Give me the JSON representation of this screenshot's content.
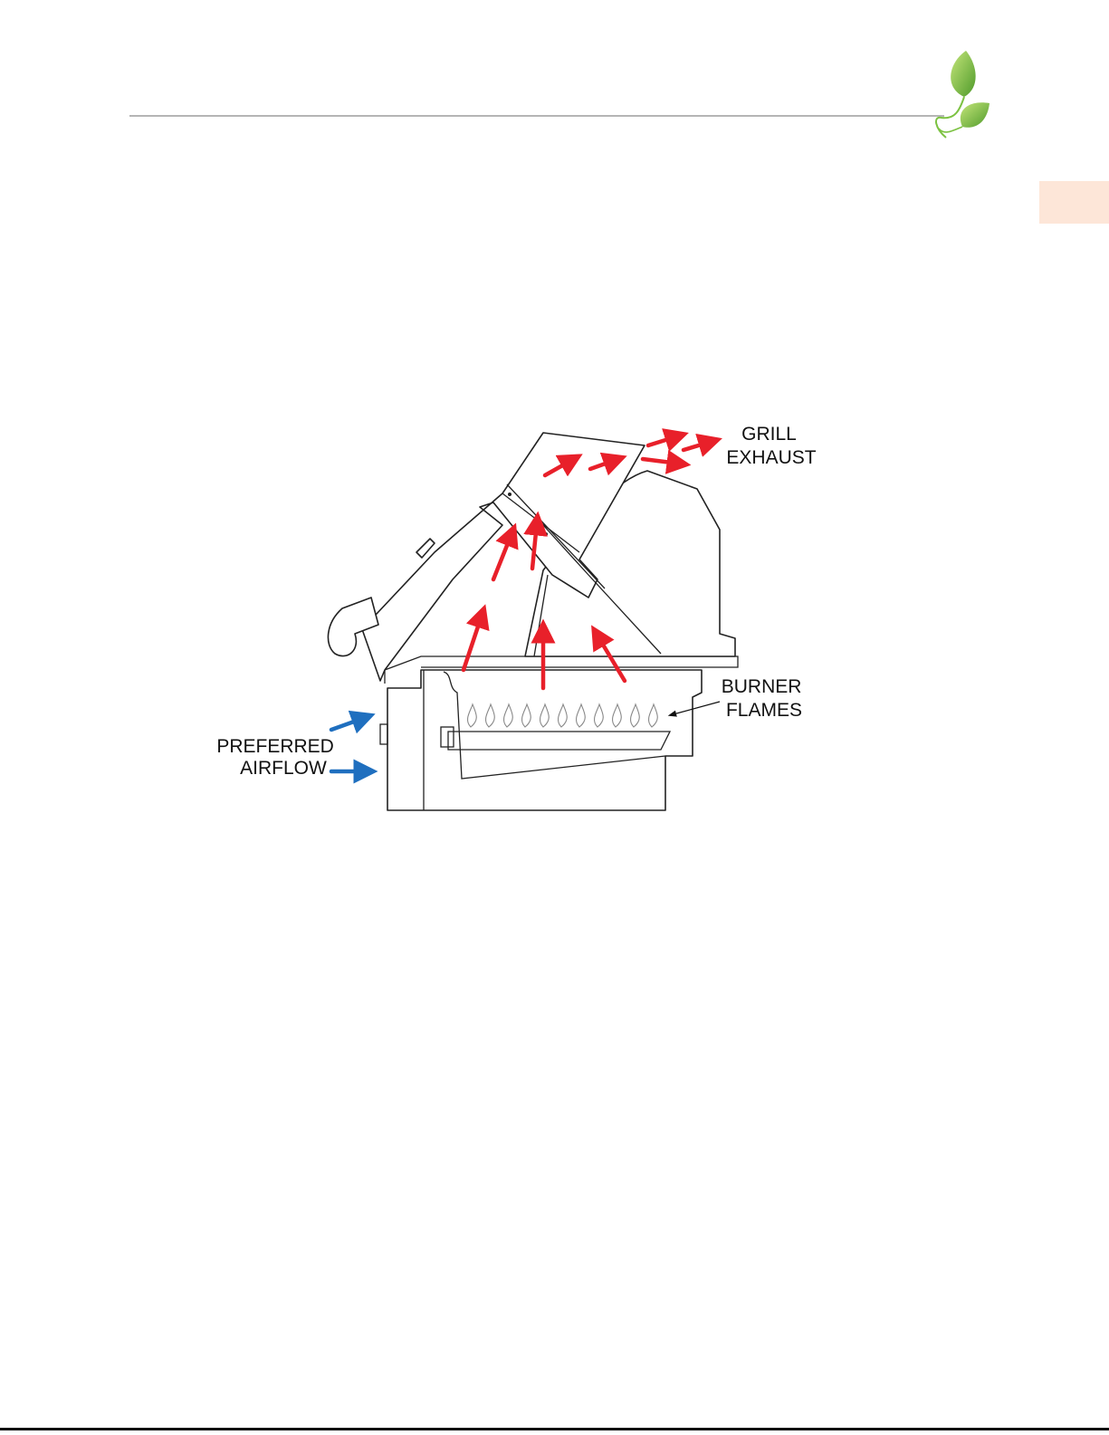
{
  "labels": {
    "grill_exhaust": [
      "GRILL",
      "EXHAUST"
    ],
    "burner_flames": [
      "BURNER",
      "FLAMES"
    ],
    "preferred_airflow": [
      "PREFERRED",
      "AIRFLOW"
    ]
  },
  "colors": {
    "exhaust_arrow": "#e8202a",
    "airflow_arrow": "#1f6fbf",
    "leaf_green": "#7cc242",
    "tab_fill": "#fde6d8",
    "rule_gray": "#b5b5b5"
  },
  "icons": {
    "logo": "leaf-logo-icon"
  }
}
